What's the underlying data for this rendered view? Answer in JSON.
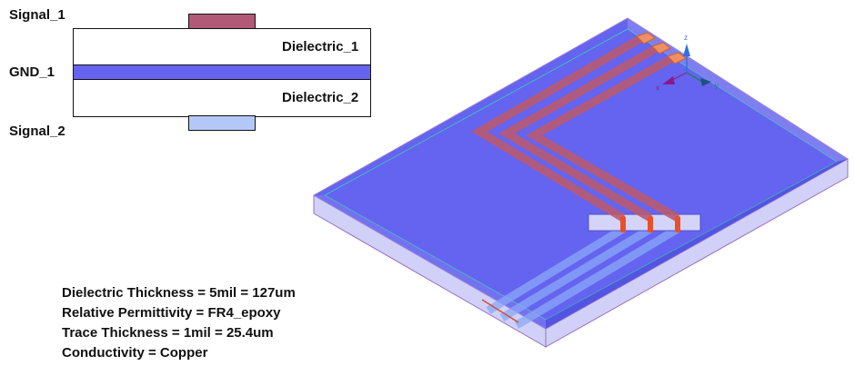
{
  "stackup": {
    "signal_1": "Signal_1",
    "gnd_1": "GND_1",
    "signal_2": "Signal_2",
    "dielectric_1": "Dielectric_1",
    "dielectric_2": "Dielectric_2"
  },
  "specs": [
    "Dielectric Thickness = 5mil = 127um",
    "Relative Permittivity = FR4_epoxy",
    "Trace Thickness = 1mil = 25.4um",
    "Conductivity = Copper"
  ],
  "axes": {
    "z": "z",
    "x": "x",
    "y": "y"
  },
  "colors": {
    "signal_1": "#b05a78",
    "gnd": "#6464f0",
    "signal_2": "#b4c8f8",
    "via": "#e8502a"
  }
}
